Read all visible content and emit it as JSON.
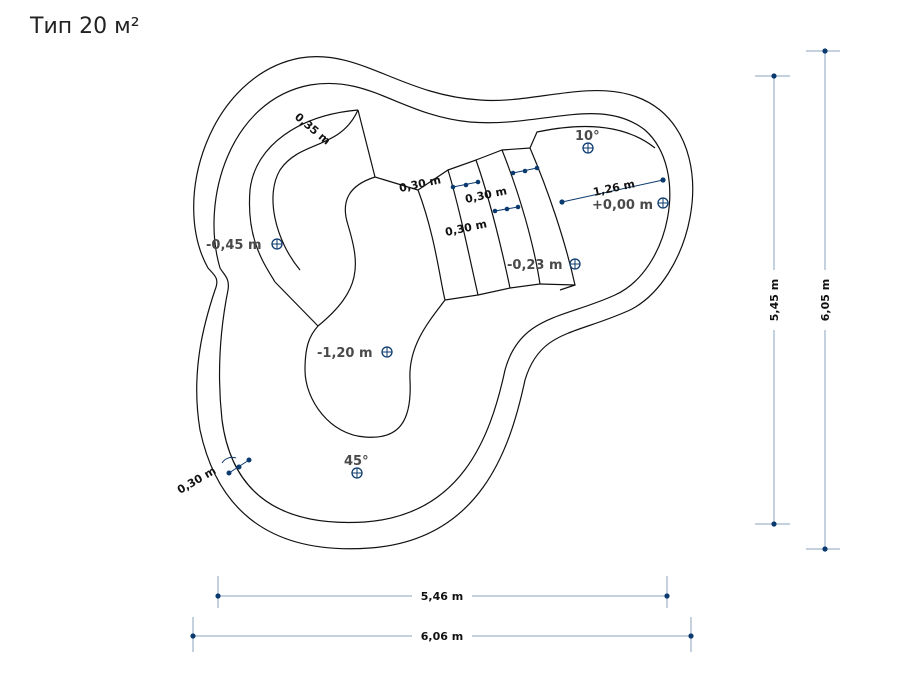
{
  "title": "Тип 20 м²",
  "levels": {
    "shallow_left": "-0,45 m",
    "deep": "-1,20 m",
    "step_zone": "-0,23 m",
    "top": "+0,00 m"
  },
  "angles": {
    "beach": "10°",
    "wall": "45°"
  },
  "labels": {
    "ledge_width": "0,35 m",
    "step_1": "0,30 m",
    "step_2": "0,30 m",
    "step_3": "0,30 m",
    "beach_width": "1,26 m",
    "rim_width": "0,30 m"
  },
  "dimensions": {
    "width_inner": "5,46 m",
    "width_outer": "6,06 m",
    "height_inner": "5,45 m",
    "height_outer": "6,05 m"
  },
  "colors": {
    "marker": "#0b3a6e",
    "dimension_line": "#8aa6c0",
    "outline": "#111111"
  }
}
